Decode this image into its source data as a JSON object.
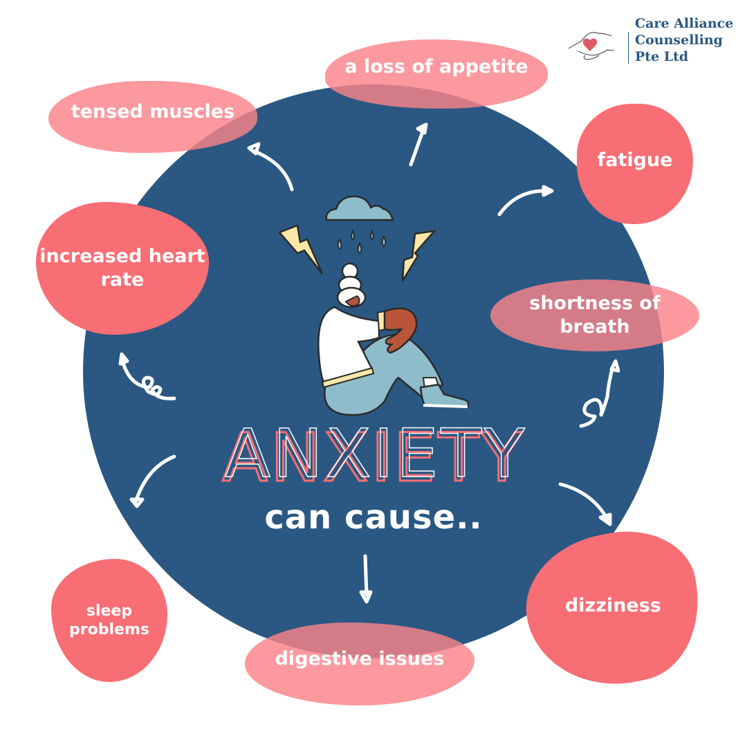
{
  "brand": {
    "name_lines": [
      "Care Alliance",
      "Counselling",
      "Pte Ltd"
    ],
    "logo_icon": "hands-holding-heart-icon"
  },
  "headline": {
    "title": "ANXIETY",
    "subtitle": "can cause.."
  },
  "illustration": {
    "description": "person sitting hugging knees under rain cloud with lightning bolts",
    "icons": [
      "rain-cloud-icon",
      "lightning-bolt-icon",
      "raindrop-icon"
    ]
  },
  "symptoms": [
    {
      "id": "appetite",
      "label": "a loss of appetite"
    },
    {
      "id": "muscles",
      "label": "tensed muscles"
    },
    {
      "id": "fatigue",
      "label": "fatigue"
    },
    {
      "id": "heart",
      "label": "increased heart rate"
    },
    {
      "id": "breath",
      "label": "shortness of breath"
    },
    {
      "id": "sleep",
      "label": "sleep problems"
    },
    {
      "id": "digestive",
      "label": "digestive issues"
    },
    {
      "id": "dizzy",
      "label": "dizziness"
    }
  ],
  "colors": {
    "navy": "#2a5882",
    "coral": "#f76e74",
    "coral_light": "#fa8a90",
    "cloud": "#8fbccb",
    "bolt": "#fbe7a8",
    "skin": "#b9563a"
  }
}
